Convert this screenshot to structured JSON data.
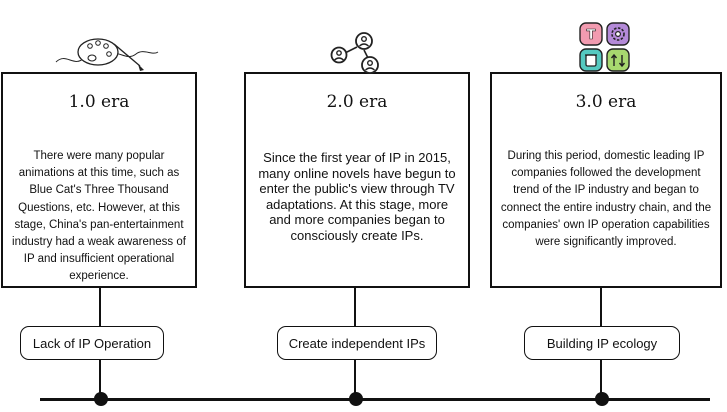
{
  "eras": [
    {
      "title": "1.0 era",
      "icon": "palette-icon",
      "body": "There were many popular animations at this time, such as Blue Cat's Three Thousand Questions, etc. However, at this stage, China's pan-entertainment industry had a weak awareness of IP and insufficient operational experience.",
      "tag": "Lack of IP Operation"
    },
    {
      "title": "2.0 era",
      "icon": "connected-users-icon",
      "body": "Since the first year of IP in 2015, many online novels have begun to enter the public's view through TV adaptations. At this stage, more and more companies began to consciously create IPs.",
      "tag": "Create independent IPs"
    },
    {
      "title": "3.0 era",
      "icon": "ecology-grid-icon",
      "body": "During this period, domestic leading IP companies followed the development trend of the IP industry and began to connect the entire industry chain, and the companies' own IP operation capabilities were significantly improved.",
      "tag": "Building IP ecology"
    }
  ],
  "colors": {
    "ecology_pink": "#f29bb0",
    "ecology_purple": "#b48ad8",
    "ecology_teal": "#55c9c0",
    "ecology_green": "#a7d86f"
  }
}
